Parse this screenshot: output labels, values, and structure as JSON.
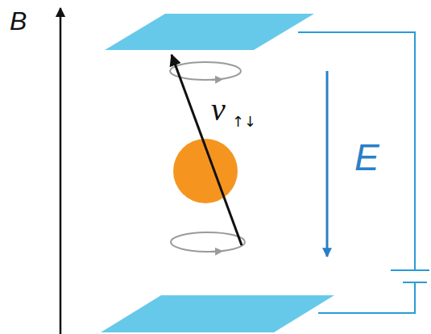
{
  "diagram": {
    "labels": [
      "B",
      "ν",
      "↑↓",
      "E"
    ]
  }
}
